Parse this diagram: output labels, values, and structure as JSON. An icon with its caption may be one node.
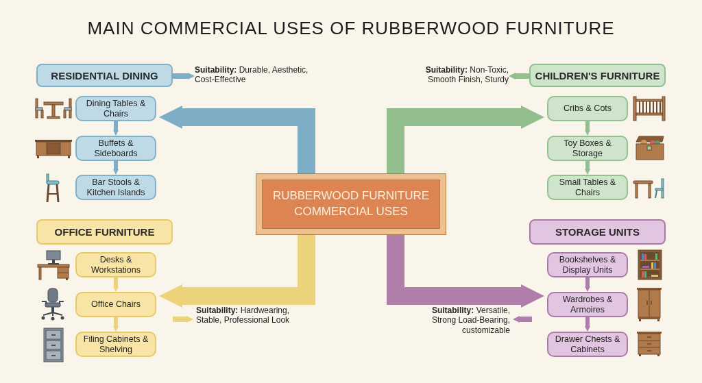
{
  "diagram": {
    "title": "MAIN COMMERCIAL USES OF RUBBERWOOD FURNITURE",
    "nodes": [
      {
        "text": [
          "RUBBERWOOD FURNITURE COMMERCIAL USES"
        ]
      },
      {
        "text": [
          "RESIDENTIAL DINING"
        ]
      },
      {
        "text": [
          "**Suitability:** Durable, Aesthetic, Cost-Effective"
        ]
      },
      {
        "text": [
          "Dining Tables & Chairs"
        ]
      },
      {
        "text": [
          "Buffets & Sideboards"
        ]
      },
      {
        "text": [
          "Bar Stools & Kitchen Islands"
        ]
      },
      {
        "text": [
          "CHILDREN'S FURNITURE"
        ]
      },
      {
        "text": [
          "**Suitability:** Non-Toxic, Smooth Finish, Sturdy"
        ]
      },
      {
        "text": [
          "Cribs & Cots"
        ]
      },
      {
        "text": [
          "Toy Boxes & Storage"
        ]
      },
      {
        "text": [
          "Small Tables & Chairs"
        ]
      },
      {
        "text": [
          "OFFICE FURNITURE"
        ]
      },
      {
        "text": [
          "Desks & Workstations"
        ]
      },
      {
        "text": [
          "Office Chairs"
        ]
      },
      {
        "text": [
          "Filing Cabinets & Shelving"
        ]
      },
      {
        "text": [
          "**Suitability:** Hardwearing, Stable, Professional Look"
        ]
      },
      {
        "text": [
          "STORAGE UNITS"
        ]
      },
      {
        "text": [
          "Bookshelves & Display Units"
        ]
      },
      {
        "text": [
          "Wardrobes & Armoires"
        ]
      },
      {
        "text": [
          "Drawer Chests & Cabinets"
        ]
      },
      {
        "text": [
          "**Suitability:** Versatile, Strong Load-Bearing, customizable"
        ]
      }
    ],
    "edges": [
      {
        "from": 0,
        "to": 3,
        "arrow": "to",
        "style": "thick",
        "color": "#7eaec6"
      },
      {
        "from": 0,
        "to": 8,
        "arrow": "to",
        "style": "thick",
        "color": "#93bf8f"
      },
      {
        "from": 0,
        "to": 13,
        "arrow": "to",
        "style": "thick",
        "color": "#ecd27a"
      },
      {
        "from": 0,
        "to": 18,
        "arrow": "to",
        "style": "thick",
        "color": "#b07eaa"
      },
      {
        "from": 1,
        "to": 2,
        "arrow": "to",
        "color": "#7eaec6"
      },
      {
        "from": 3,
        "to": 4,
        "arrow": "to",
        "color": "#7eaec6"
      },
      {
        "from": 4,
        "to": 5,
        "arrow": "to",
        "color": "#7eaec6"
      },
      {
        "from": 6,
        "to": 7,
        "arrow": "to",
        "color": "#93bf8f"
      },
      {
        "from": 8,
        "to": 9,
        "arrow": "to",
        "color": "#93bf8f"
      },
      {
        "from": 9,
        "to": 10,
        "arrow": "to",
        "color": "#93bf8f"
      },
      {
        "from": 12,
        "to": 13,
        "arrow": "to",
        "color": "#ecd27a"
      },
      {
        "from": 13,
        "to": 14,
        "arrow": "to",
        "color": "#ecd27a"
      },
      {
        "from": null,
        "to": 15,
        "arrow": "to",
        "color": "#ecd27a"
      },
      {
        "from": 17,
        "to": 18,
        "arrow": "to",
        "color": "#b07eaa"
      },
      {
        "from": 18,
        "to": 19,
        "arrow": "to",
        "color": "#b07eaa"
      },
      {
        "from": null,
        "to": 20,
        "arrow": "to",
        "color": "#b07eaa"
      }
    ]
  }
}
